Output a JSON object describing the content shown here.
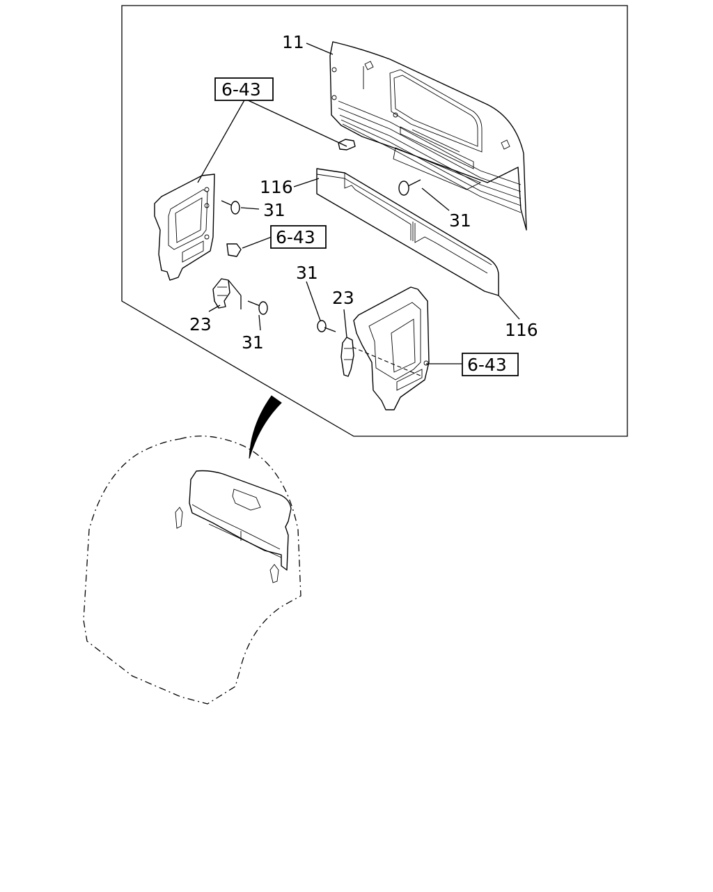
{
  "callouts": {
    "part_11": "11",
    "part_116_top": "116",
    "part_116_bottom": "116",
    "part_31_left_top": "31",
    "part_31_right_top": "31",
    "part_31_left_bottom": "31",
    "part_31_right_mid": "31",
    "part_23_left": "23",
    "part_23_right": "23"
  },
  "references": {
    "ref_top_left": "6-43",
    "ref_mid_left": "6-43",
    "ref_right": "6-43"
  }
}
